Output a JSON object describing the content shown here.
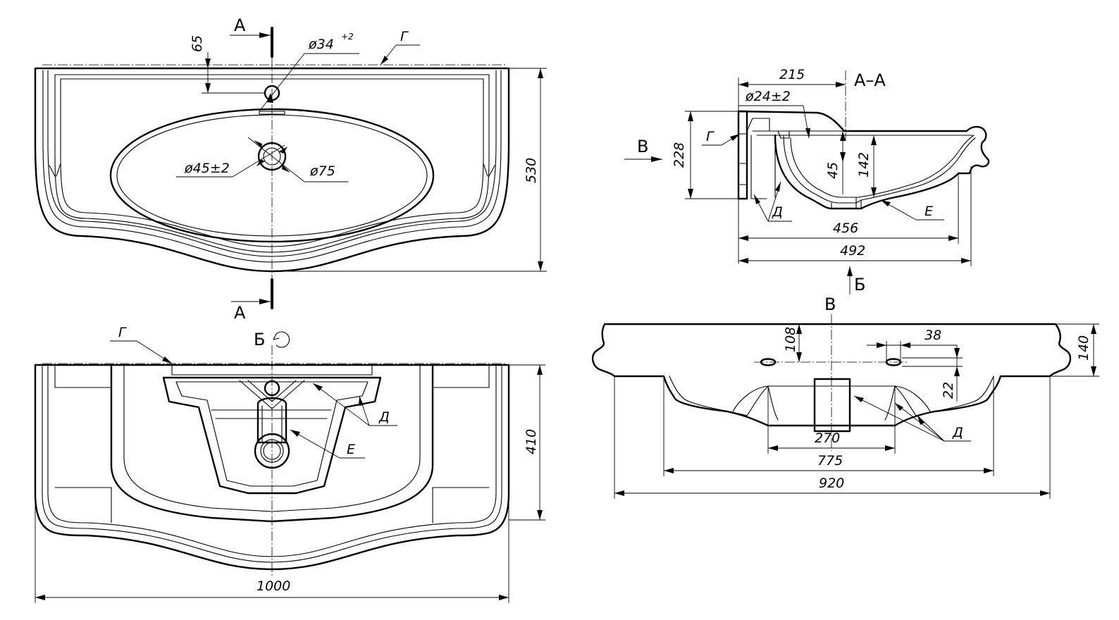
{
  "top_view": {
    "section_mark": "A",
    "dim_top": "65",
    "dim_tap_hole": "ø34",
    "dim_tap_hole_tol": "+2",
    "callout_g": "Г",
    "dim_drain_inner": "ø45±2",
    "dim_drain_outer": "ø75",
    "dim_height": "530"
  },
  "bottom_view": {
    "view_mark": "Б",
    "callout_g": "Г",
    "callout_d": "Д",
    "callout_e": "Е",
    "dim_depth": "410",
    "dim_width": "1000"
  },
  "section_view": {
    "title": "А–А",
    "view_mark": "В",
    "dim_215": "215",
    "dim_hole": "ø24±2",
    "callout_g": "Г",
    "dim_228": "228",
    "dim_45": "45",
    "dim_142": "142",
    "callout_d": "Д",
    "callout_e": "Е",
    "dim_456": "456",
    "dim_492": "492",
    "view_b_mark": "Б"
  },
  "side_view": {
    "title": "В",
    "dim_108": "108",
    "dim_38": "38",
    "dim_22": "22",
    "dim_140": "140",
    "callout_d": "Д",
    "dim_270": "270",
    "dim_775": "775",
    "dim_920": "920"
  }
}
